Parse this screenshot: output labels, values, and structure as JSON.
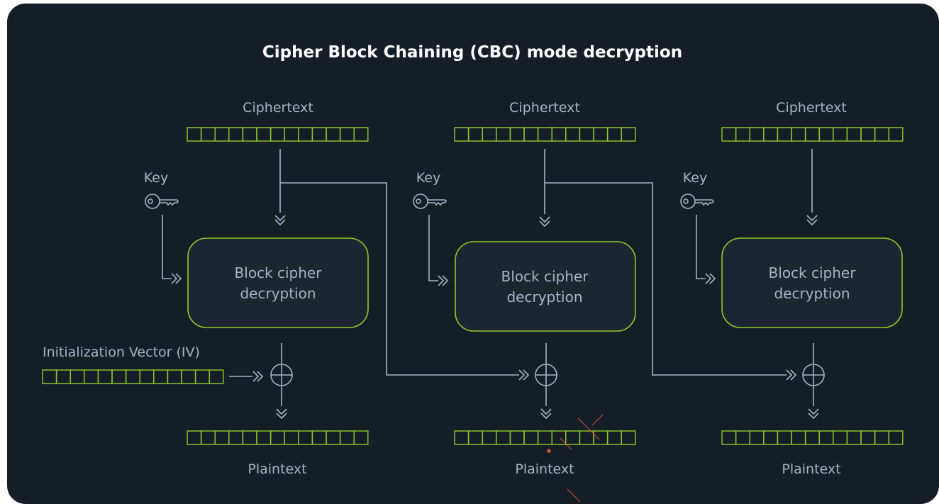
{
  "diagram": {
    "title": "Cipher Block Chaining (CBC) mode decryption",
    "blocks": [
      {
        "ciphertext_label": "Ciphertext",
        "key_label": "Key",
        "cipher_line1": "Block cipher",
        "cipher_line2": "decryption",
        "plaintext_label": "Plaintext"
      },
      {
        "ciphertext_label": "Ciphertext",
        "key_label": "Key",
        "cipher_line1": "Block cipher",
        "cipher_line2": "decryption",
        "plaintext_label": "Plaintext"
      },
      {
        "ciphertext_label": "Ciphertext",
        "key_label": "Key",
        "cipher_line1": "Block cipher",
        "cipher_line2": "decryption",
        "plaintext_label": "Plaintext"
      }
    ],
    "iv_label": "Initialization Vector (IV)",
    "cells_per_register": 13
  },
  "colors": {
    "background": "#151d27",
    "accent": "#8ecc2b",
    "text": "#a8b4c6",
    "title": "#ffffff"
  },
  "icons": [
    "key-icon",
    "xor-icon",
    "double-chevron-down-icon",
    "double-chevron-right-icon"
  ]
}
